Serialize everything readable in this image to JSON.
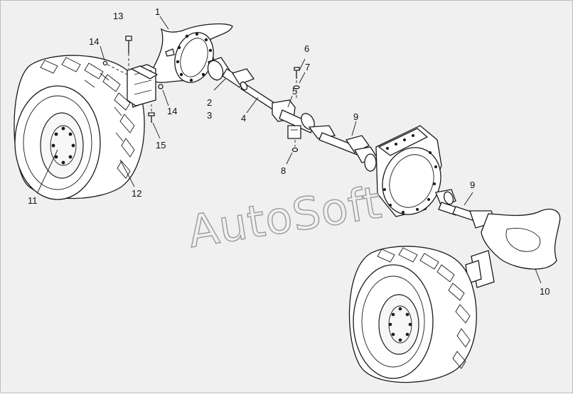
{
  "watermark": "AutoSoft",
  "callouts": {
    "c1": "1",
    "c2": "2",
    "c3": "3",
    "c4": "4",
    "c5": "5",
    "c6": "6",
    "c7": "7",
    "c8": "8",
    "c9a": "9",
    "c9b": "9",
    "c10": "10",
    "c11": "11",
    "c12": "12",
    "c13": "13",
    "c14a": "14",
    "c14b": "14",
    "c15": "15"
  },
  "colors": {
    "background": "#f0f0f0",
    "ink": "#1a1a1a",
    "watermark": "#9a9a9a"
  }
}
